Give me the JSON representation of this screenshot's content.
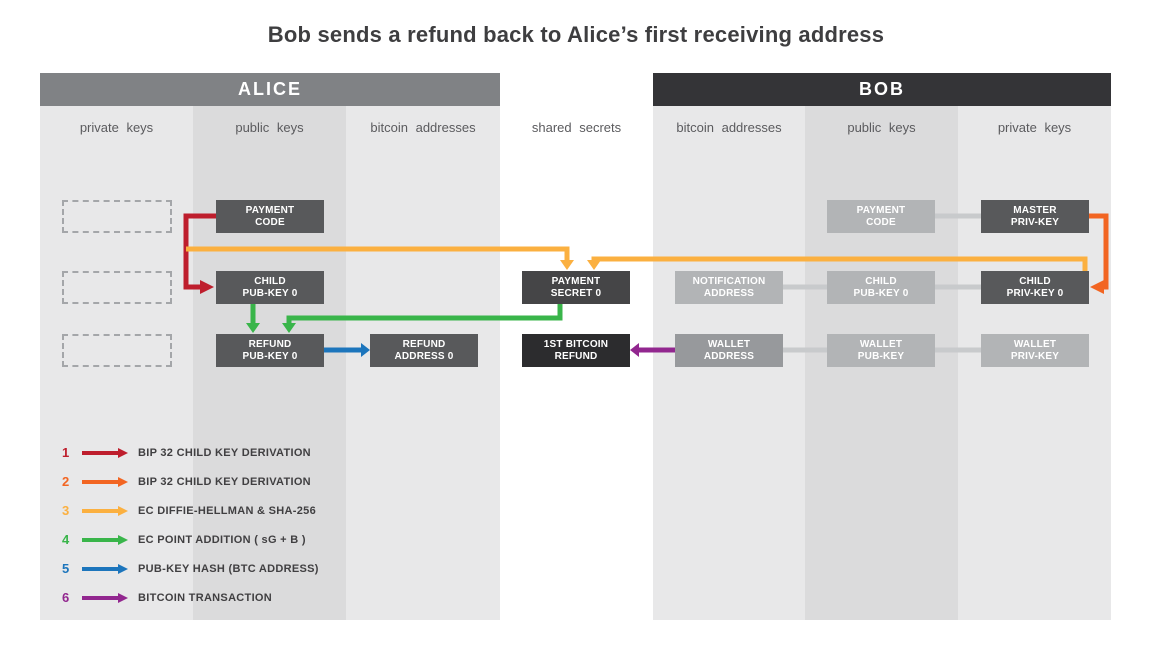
{
  "title": "Bob sends a refund back to Alice’s first receiving address",
  "panels": {
    "alice": {
      "header": "ALICE",
      "columns": [
        "private keys",
        "public keys",
        "bitcoin addresses"
      ]
    },
    "shared": {
      "label": "shared secrets"
    },
    "bob": {
      "header": "BOB",
      "columns": [
        "bitcoin addresses",
        "public keys",
        "private keys"
      ]
    }
  },
  "nodes": {
    "alice_payment_code": {
      "line1": "PAYMENT",
      "line2": "CODE"
    },
    "alice_child_pubkey": {
      "line1": "CHILD",
      "line2": "PUB-KEY 0"
    },
    "alice_refund_pubkey": {
      "line1": "REFUND",
      "line2": "PUB-KEY 0"
    },
    "alice_refund_address": {
      "line1": "REFUND",
      "line2": "ADDRESS 0"
    },
    "payment_secret": {
      "line1": "PAYMENT",
      "line2": "SECRET 0"
    },
    "bitcoin_refund": {
      "line1": "1ST BITCOIN",
      "line2": "REFUND"
    },
    "bob_notification_address": {
      "line1": "NOTIFICATION",
      "line2": "ADDRESS"
    },
    "bob_payment_code": {
      "line1": "PAYMENT",
      "line2": "CODE"
    },
    "bob_child_pubkey": {
      "line1": "CHILD",
      "line2": "PUB-KEY 0"
    },
    "bob_child_privkey": {
      "line1": "CHILD",
      "line2": "PRIV-KEY 0"
    },
    "bob_master_privkey": {
      "line1": "MASTER",
      "line2": "PRIV-KEY"
    },
    "bob_wallet_address": {
      "line1": "WALLET",
      "line2": "ADDRESS"
    },
    "bob_wallet_pubkey": {
      "line1": "WALLET",
      "line2": "PUB-KEY"
    },
    "bob_wallet_privkey": {
      "line1": "WALLET",
      "line2": "PRIV-KEY"
    }
  },
  "legend": [
    {
      "num": "1",
      "label": "BIP 32 CHILD KEY DERIVATION",
      "color": "#be1e2d"
    },
    {
      "num": "2",
      "label": "BIP 32 CHILD KEY DERIVATION",
      "color": "#f26522"
    },
    {
      "num": "3",
      "label": "EC DIFFIE-HELLMAN & SHA-256",
      "color": "#fbb040"
    },
    {
      "num": "4",
      "label": "EC POINT ADDITION ( sG + B )",
      "color": "#39b54a"
    },
    {
      "num": "5",
      "label": "PUB-KEY HASH (BTC ADDRESS)",
      "color": "#1c75bc"
    },
    {
      "num": "6",
      "label": "BITCOIN TRANSACTION",
      "color": "#92278f"
    }
  ],
  "colors": {
    "red": "#be1e2d",
    "orange": "#f26522",
    "yellow": "#fbb040",
    "green": "#39b54a",
    "blue": "#1c75bc",
    "purple": "#92278f",
    "connector": "#c8cacc"
  }
}
